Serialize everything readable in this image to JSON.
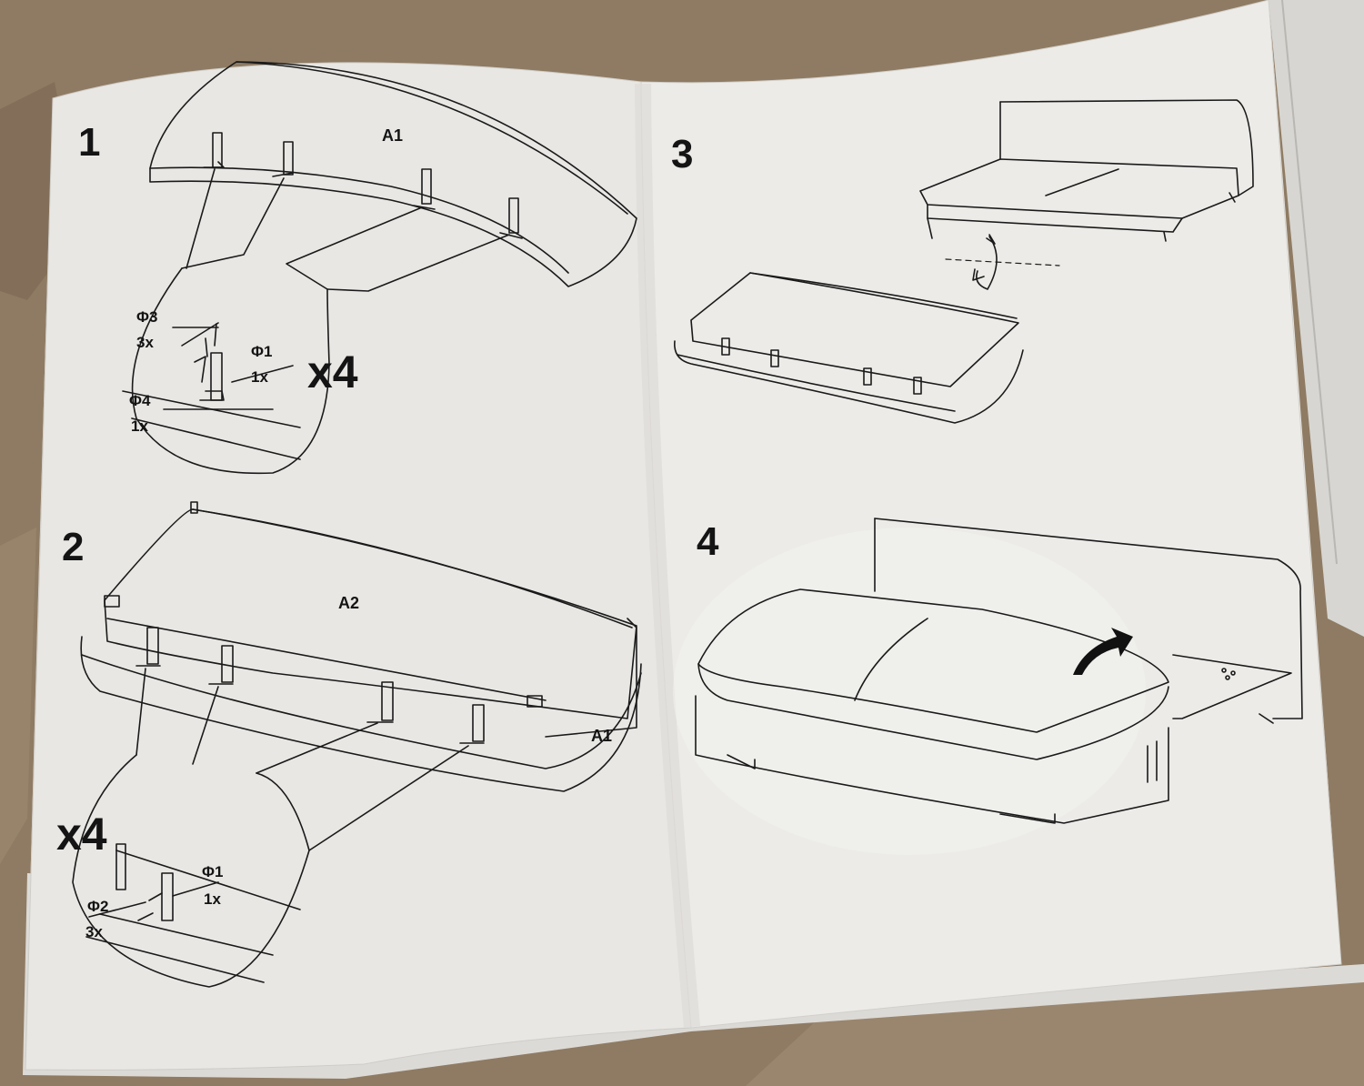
{
  "colors": {
    "background": "#8d7a63",
    "paper": "#e9e8e6",
    "ink": "#1a1a1a",
    "arrow": "#111111"
  },
  "steps": [
    {
      "number": "1",
      "part_label": "A1",
      "multiplier": "x4",
      "hardware": [
        {
          "code": "Φ3",
          "qty": "3x"
        },
        {
          "code": "Φ1",
          "qty": "1x"
        },
        {
          "code": "Φ4",
          "qty": "1x"
        }
      ]
    },
    {
      "number": "2",
      "part_labels": [
        "A2",
        "A1"
      ],
      "multiplier": "x4",
      "hardware": [
        {
          "code": "Φ1",
          "qty": "1x"
        },
        {
          "code": "Φ2",
          "qty": "3x"
        }
      ]
    },
    {
      "number": "3",
      "icon": "rotate-arrow-icon"
    },
    {
      "number": "4",
      "icon": "curved-arrow-icon"
    }
  ]
}
